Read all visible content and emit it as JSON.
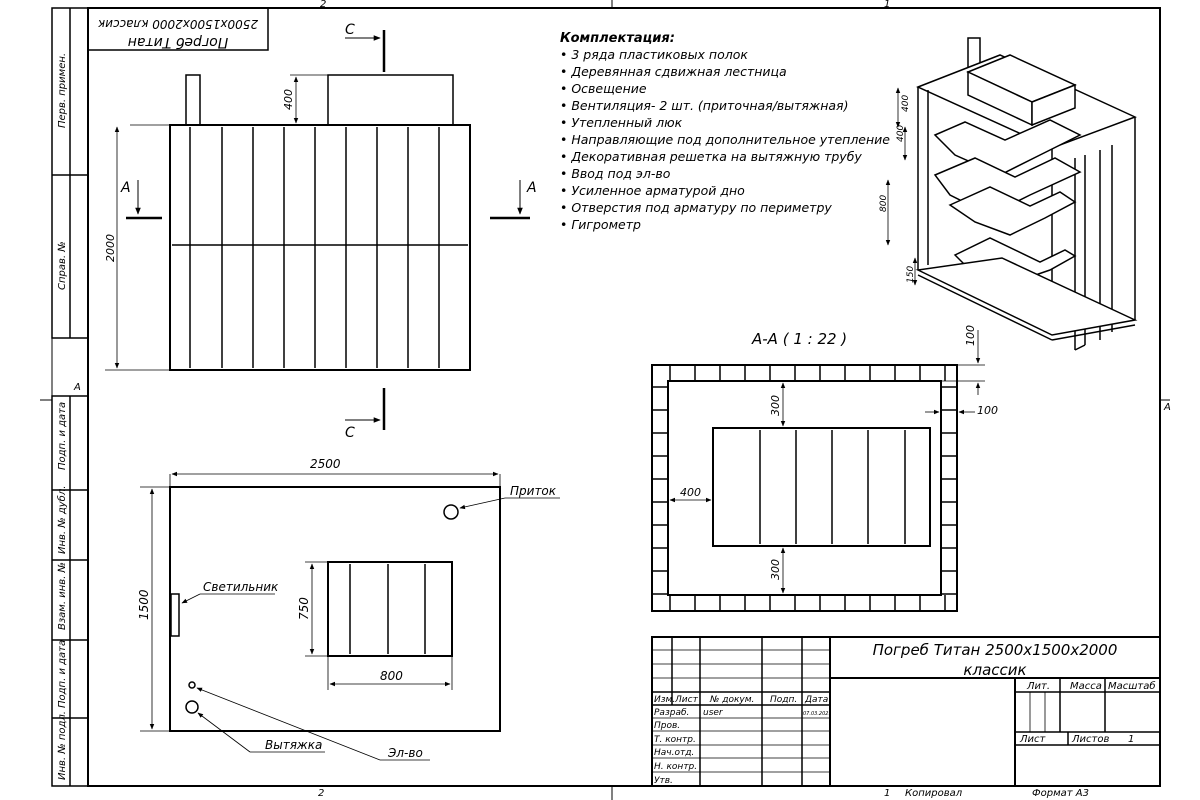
{
  "frame": {
    "zone_top_left": "2",
    "zone_top_right": "1",
    "zone_bottom_left": "2",
    "zone_side_left": "A",
    "zone_side_right": "A"
  },
  "side_stamp": {
    "perv_primen": "Перв. примен.",
    "sprav_no": "Справ. №",
    "podp_data_1": "Подп. и дата",
    "inv_dubl": "Инв. № дубл.",
    "vzam_inv": "Взам. инв. №",
    "podp_data_2": "Подп. и дата",
    "inv_podl": "Инв. № подл."
  },
  "mirror_title": {
    "line1": "Погреб Титан",
    "line2": "2500x1500x2000 классик"
  },
  "front_view": {
    "dim_height": "2000",
    "dim_top": "400",
    "section_a": "A",
    "section_c": "C"
  },
  "plan_view": {
    "dim_length": "2500",
    "dim_width": "1500",
    "dim_hatch_w": "800",
    "dim_hatch_h": "750",
    "label_intake": "Приток",
    "label_light": "Светильник",
    "label_exhaust": "Вытяжка",
    "label_power": "Эл-во"
  },
  "equipment": {
    "heading": "Комплектация:",
    "items": [
      "3 ряда пластиковых полок",
      "Деревянная сдвижная лестница",
      "Освещение",
      "Вентиляция- 2 шт. (приточная/вытяжная)",
      "Утепленный люк",
      "Направляющие под дополнительное утепление",
      "Декоративная решетка на вытяжную трубу",
      "Ввод под эл-во",
      "Усиленное арматурой дно",
      "Отверстия под арматуру по периметру",
      "Гигрометр"
    ]
  },
  "iso_view": {
    "dim_400_a": "400",
    "dim_400_b": "400",
    "dim_800": "800",
    "dim_150": "150"
  },
  "section_view": {
    "title": "A-A ( 1 : 22 )",
    "dim_100_top": "100",
    "dim_100_side": "100",
    "dim_300_top": "300",
    "dim_300_bottom": "300",
    "dim_400": "400"
  },
  "title_block": {
    "title_line1": "Погреб Титан 2500x1500x2000",
    "title_line2": "классик",
    "col_izm": "Изм.",
    "col_list": "Лист",
    "col_docum": "№ докум.",
    "col_podp": "Подп.",
    "col_data": "Дата",
    "row_razrab": "Разраб.",
    "row_razrab_name": "user",
    "row_razrab_date": "07.03.2021",
    "row_prov": "Пров.",
    "row_tkontr": "Т. контр.",
    "row_nachotd": "Нач.отд.",
    "row_nkontr": "Н. контр.",
    "row_utv": "Утв.",
    "lit": "Лит.",
    "massa": "Масса",
    "masshtab": "Масштаб",
    "list_label": "Лист",
    "listov_label": "Листов",
    "listov_value": "1",
    "kopiroval": "Копировал",
    "format": "Формат A3",
    "bottom_zone": "1"
  }
}
